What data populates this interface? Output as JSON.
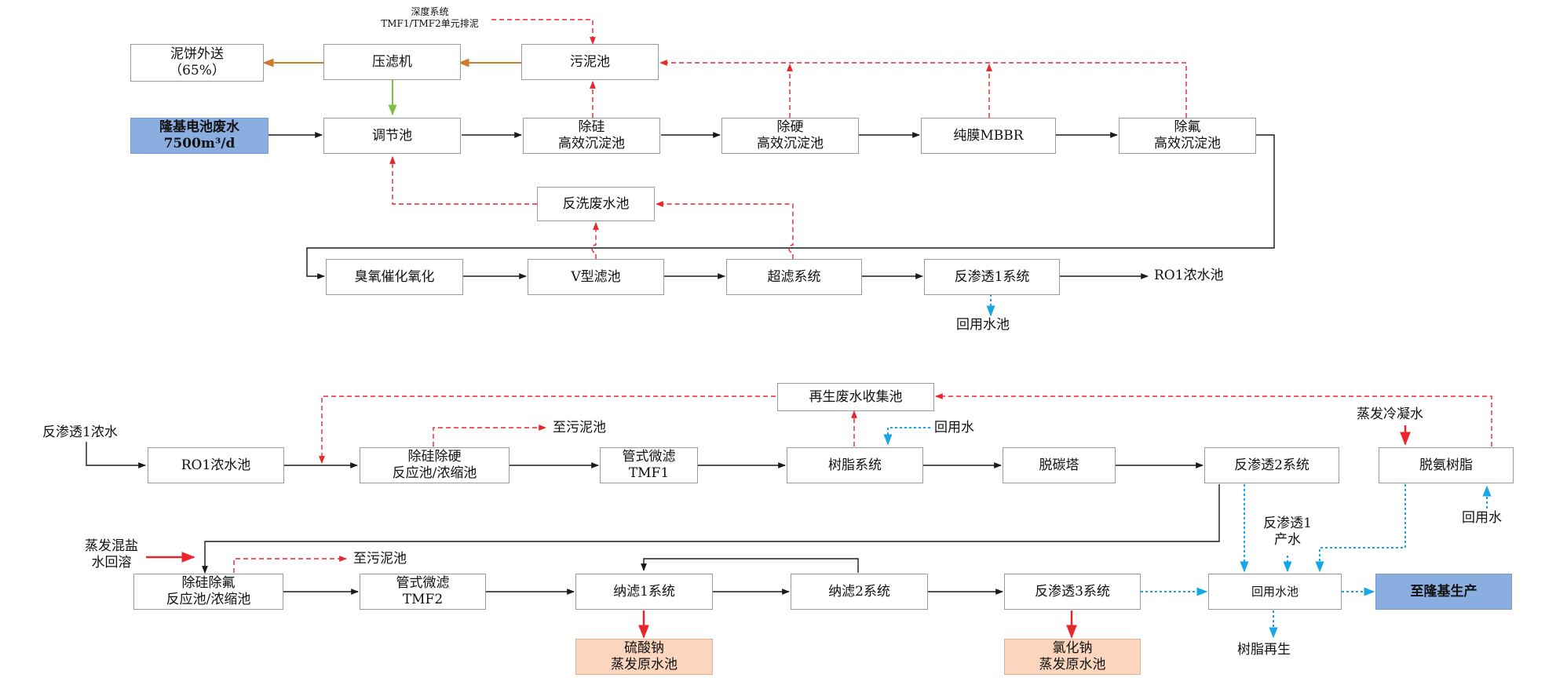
{
  "colors": {
    "flow": "#1a1a1a",
    "recycle": "#e8262b",
    "reuse": "#17a6e6",
    "sludge": "#d27a2c",
    "filtrate": "#7dc242",
    "blue_box": "#8aaee0",
    "peach_box": "#fbd5bd"
  },
  "top": {
    "sludge_cake": [
      "泥饼外送",
      "（65%）"
    ],
    "filter_press": "压滤机",
    "sludge_tank": "污泥池",
    "deep_system_note": [
      "深度系统",
      "TMF1/TMF2单元排泥"
    ],
    "wastewater_source": [
      "隆基电池废水",
      "7500m³/d"
    ],
    "equalization_tank": "调节池",
    "silica_removal_clarifier": [
      "除硅",
      "高效沉淀池"
    ],
    "hardness_removal_clarifier": [
      "除硬",
      "高效沉淀池"
    ],
    "membrane_mbbr": "纯膜MBBR",
    "fluoride_removal_clarifier": [
      "除氟",
      "高效沉淀池"
    ],
    "backwash_tank": "反洗废水池",
    "ozone_oxidation": "臭氧催化氧化",
    "v_filter": "V型滤池",
    "ultrafiltration": "超滤系统",
    "ro1_system": "反渗透1系统",
    "ro1_concentrate_tank": "RO1浓水池",
    "reuse_water_tank": "回用水池"
  },
  "bottom": {
    "regen_collection_tank": "再生废水收集池",
    "ro1_concentrate_in": "反渗透1浓水",
    "ro1_conc_tank": "RO1浓水池",
    "to_sludge_tank_1": "至污泥池",
    "si_hard_reactor": [
      "除硅除硬",
      "反应池/浓缩池"
    ],
    "tmf1": [
      "管式微滤",
      "TMF1"
    ],
    "resin_system": "树脂系统",
    "reuse_water_in": "回用水",
    "decarbonation_tower": "脱碳塔",
    "ro2_system": "反渗透2系统",
    "evap_condensate": "蒸发冷凝水",
    "deammonia_resin": "脱氨树脂",
    "reuse_water_in_2": "回用水",
    "evap_salt_return": [
      "蒸发混盐",
      "水回溶"
    ],
    "to_sludge_tank_2": "至污泥池",
    "si_f_reactor": [
      "除硅除氟",
      "反应池/浓缩池"
    ],
    "tmf2": [
      "管式微滤",
      "TMF2"
    ],
    "nf1_system": "纳滤1系统",
    "nf2_system": "纳滤2系统",
    "ro3_system": "反渗透3系统",
    "ro1_permeate": [
      "反渗透1",
      "产水"
    ],
    "reuse_tank": "回用水池",
    "to_longi_production": "至隆基生产",
    "sodium_sulfate_tank": [
      "硫酸钠",
      "蒸发原水池"
    ],
    "sodium_chloride_tank": [
      "氯化钠",
      "蒸发原水池"
    ],
    "resin_regeneration": "树脂再生"
  }
}
